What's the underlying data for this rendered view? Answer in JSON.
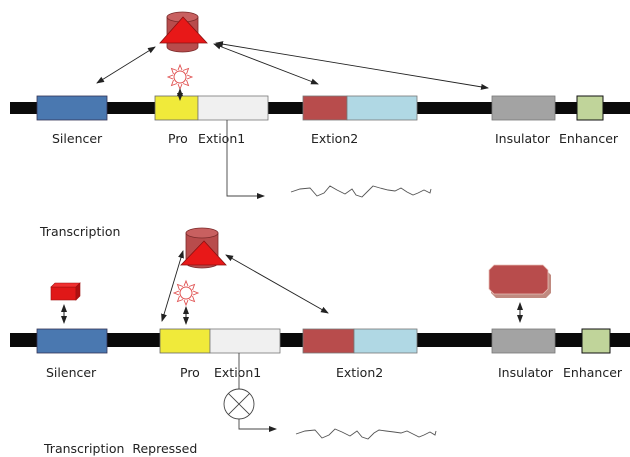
{
  "panels": [
    {
      "id": "active",
      "caption": "Transcription",
      "elements": {
        "silencer": "Silencer",
        "promoter": "Pro",
        "exon1": "Extion1",
        "exon2": "Extion2",
        "insulator": "Insulator",
        "enhancer": "Enhancer"
      }
    },
    {
      "id": "repressed",
      "caption": "Transcription  Repressed",
      "elements": {
        "silencer": "Silencer",
        "promoter": "Pro",
        "exon1": "Extion1",
        "exon2": "Extion2",
        "insulator": "Insulator",
        "enhancer": "Enhancer"
      }
    }
  ],
  "colors": {
    "dna": "#0a0a0a",
    "silencer": "#4a78b0",
    "promoter": "#f0ea3a",
    "exon1": "#f0f0f0",
    "exon2_a": "#b84c4c",
    "exon2_b": "#b0d8e4",
    "insulator": "#a3a3a3",
    "enhancer": "#c0d49a",
    "complex_cylinder": "#b84c4c",
    "complex_triangle": "#e81818",
    "repressor_box": "#e01818",
    "insulator_protein": "#b84c4c",
    "sun": "#e05050"
  }
}
